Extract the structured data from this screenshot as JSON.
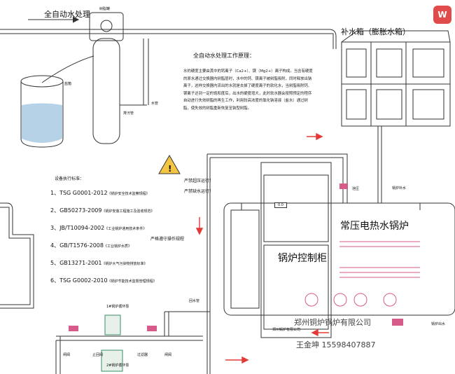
{
  "title_main": "全自动水处理",
  "tank_title": "补水箱（膨胀水箱）",
  "principle_title": "全自动水处理工作原理：",
  "principle_text": "水的硬度主要由其中的钙离子（Ca2+）、镁（Mg2+）离子构成。当含有硬度的原水通过交换器内树脂层时，水中的钙、镁离子被树脂吸附，同时释放出钠离子，这样交换器内流出的水就是去掉了硬度离子的软化水，当树脂吸附钙、镁离子达到一定的饱和度后，出水的硬度增大，此时软水器会按照预定的程序自动进行失效树脂的再生工作，利用较高浓度的氯化钠溶液（盐水）通过树脂，使失效的树脂重新恢复至钠型树脂。",
  "standards_title": "设备执行标准：",
  "standards": [
    {
      "code": "1、TSG G0001-2012",
      "note": "《锅炉安全技术监察规程》"
    },
    {
      "code": "2、GB50273-2009",
      "note": "《锅炉安装工程施工及验收规范》"
    },
    {
      "code": "3、JB/T10094-2002",
      "note": "《工业锅炉通用技术条件》"
    },
    {
      "code": "4、GB/T1576-2008",
      "note": "《工业锅炉水质》"
    },
    {
      "code": "5、GB13271-2001",
      "note": "《锅炉大气污染物排放标准》"
    },
    {
      "code": "6、TSG G0002-2010",
      "note": "《锅炉节能技术监督管理规程》"
    }
  ],
  "warnings": {
    "overpressure": "严禁超压运行！",
    "water_shortage": "严禁缺水运行！",
    "operating_rules": "严格遵守操作规程"
  },
  "labels": {
    "control_cabinet": "锅炉控制柜",
    "boiler": "常压电热水锅炉",
    "resin_tank": "树脂罐",
    "salt_box": "盐箱",
    "drain_left": "水管",
    "sewage": "排污管",
    "supply_pump": "锅炉补水",
    "relief": "泄压",
    "pump1": "1#锅炉循环泵",
    "pump2": "2#锅炉循环泵",
    "gate_valve_a": "闸阀",
    "gate_valve_b": "闸阀",
    "check_valve": "止回阀",
    "filter": "过滤器",
    "return_pipe": "回水管",
    "outlet_pipe": "锅炉出水",
    "display": "0.0",
    "plate": "郑州锅炉有限公司",
    "company": "郑州铜炉锅炉有限公司",
    "contact": "王金坤 15598407887",
    "app_icon": "W"
  },
  "colors": {
    "line": "#333333",
    "accent_red": "#e53935",
    "pipe_pink": "#d65a8a",
    "pump_green": "#3a8c66",
    "water_blue": "#2f7fb8"
  }
}
